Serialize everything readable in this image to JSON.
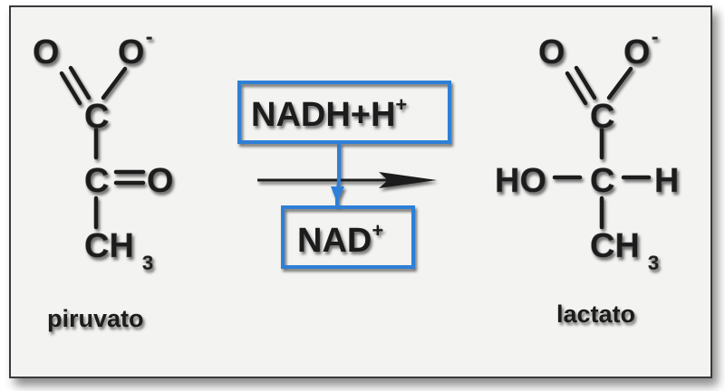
{
  "reaction": {
    "substrate": {
      "name": "piruvato",
      "atoms": {
        "carboxyl_o": "O",
        "carboxyl_o_minus": "O",
        "charge": "-",
        "c1": "C",
        "c2": "C",
        "keto_o": "O",
        "methyl": "CH",
        "methyl_sub": "3"
      }
    },
    "product": {
      "name": "lactato",
      "atoms": {
        "carboxyl_o": "O",
        "carboxyl_o_minus": "O",
        "charge": "-",
        "c1": "C",
        "c2": "C",
        "hydroxyl": "HO",
        "hydrogen": "H",
        "methyl": "CH",
        "methyl_sub": "3"
      }
    },
    "cofactor_in": {
      "text": "NADH+H",
      "sup": "+"
    },
    "cofactor_out": {
      "text": "NAD",
      "sup": "+"
    },
    "box_color": "#2f7fd6"
  }
}
